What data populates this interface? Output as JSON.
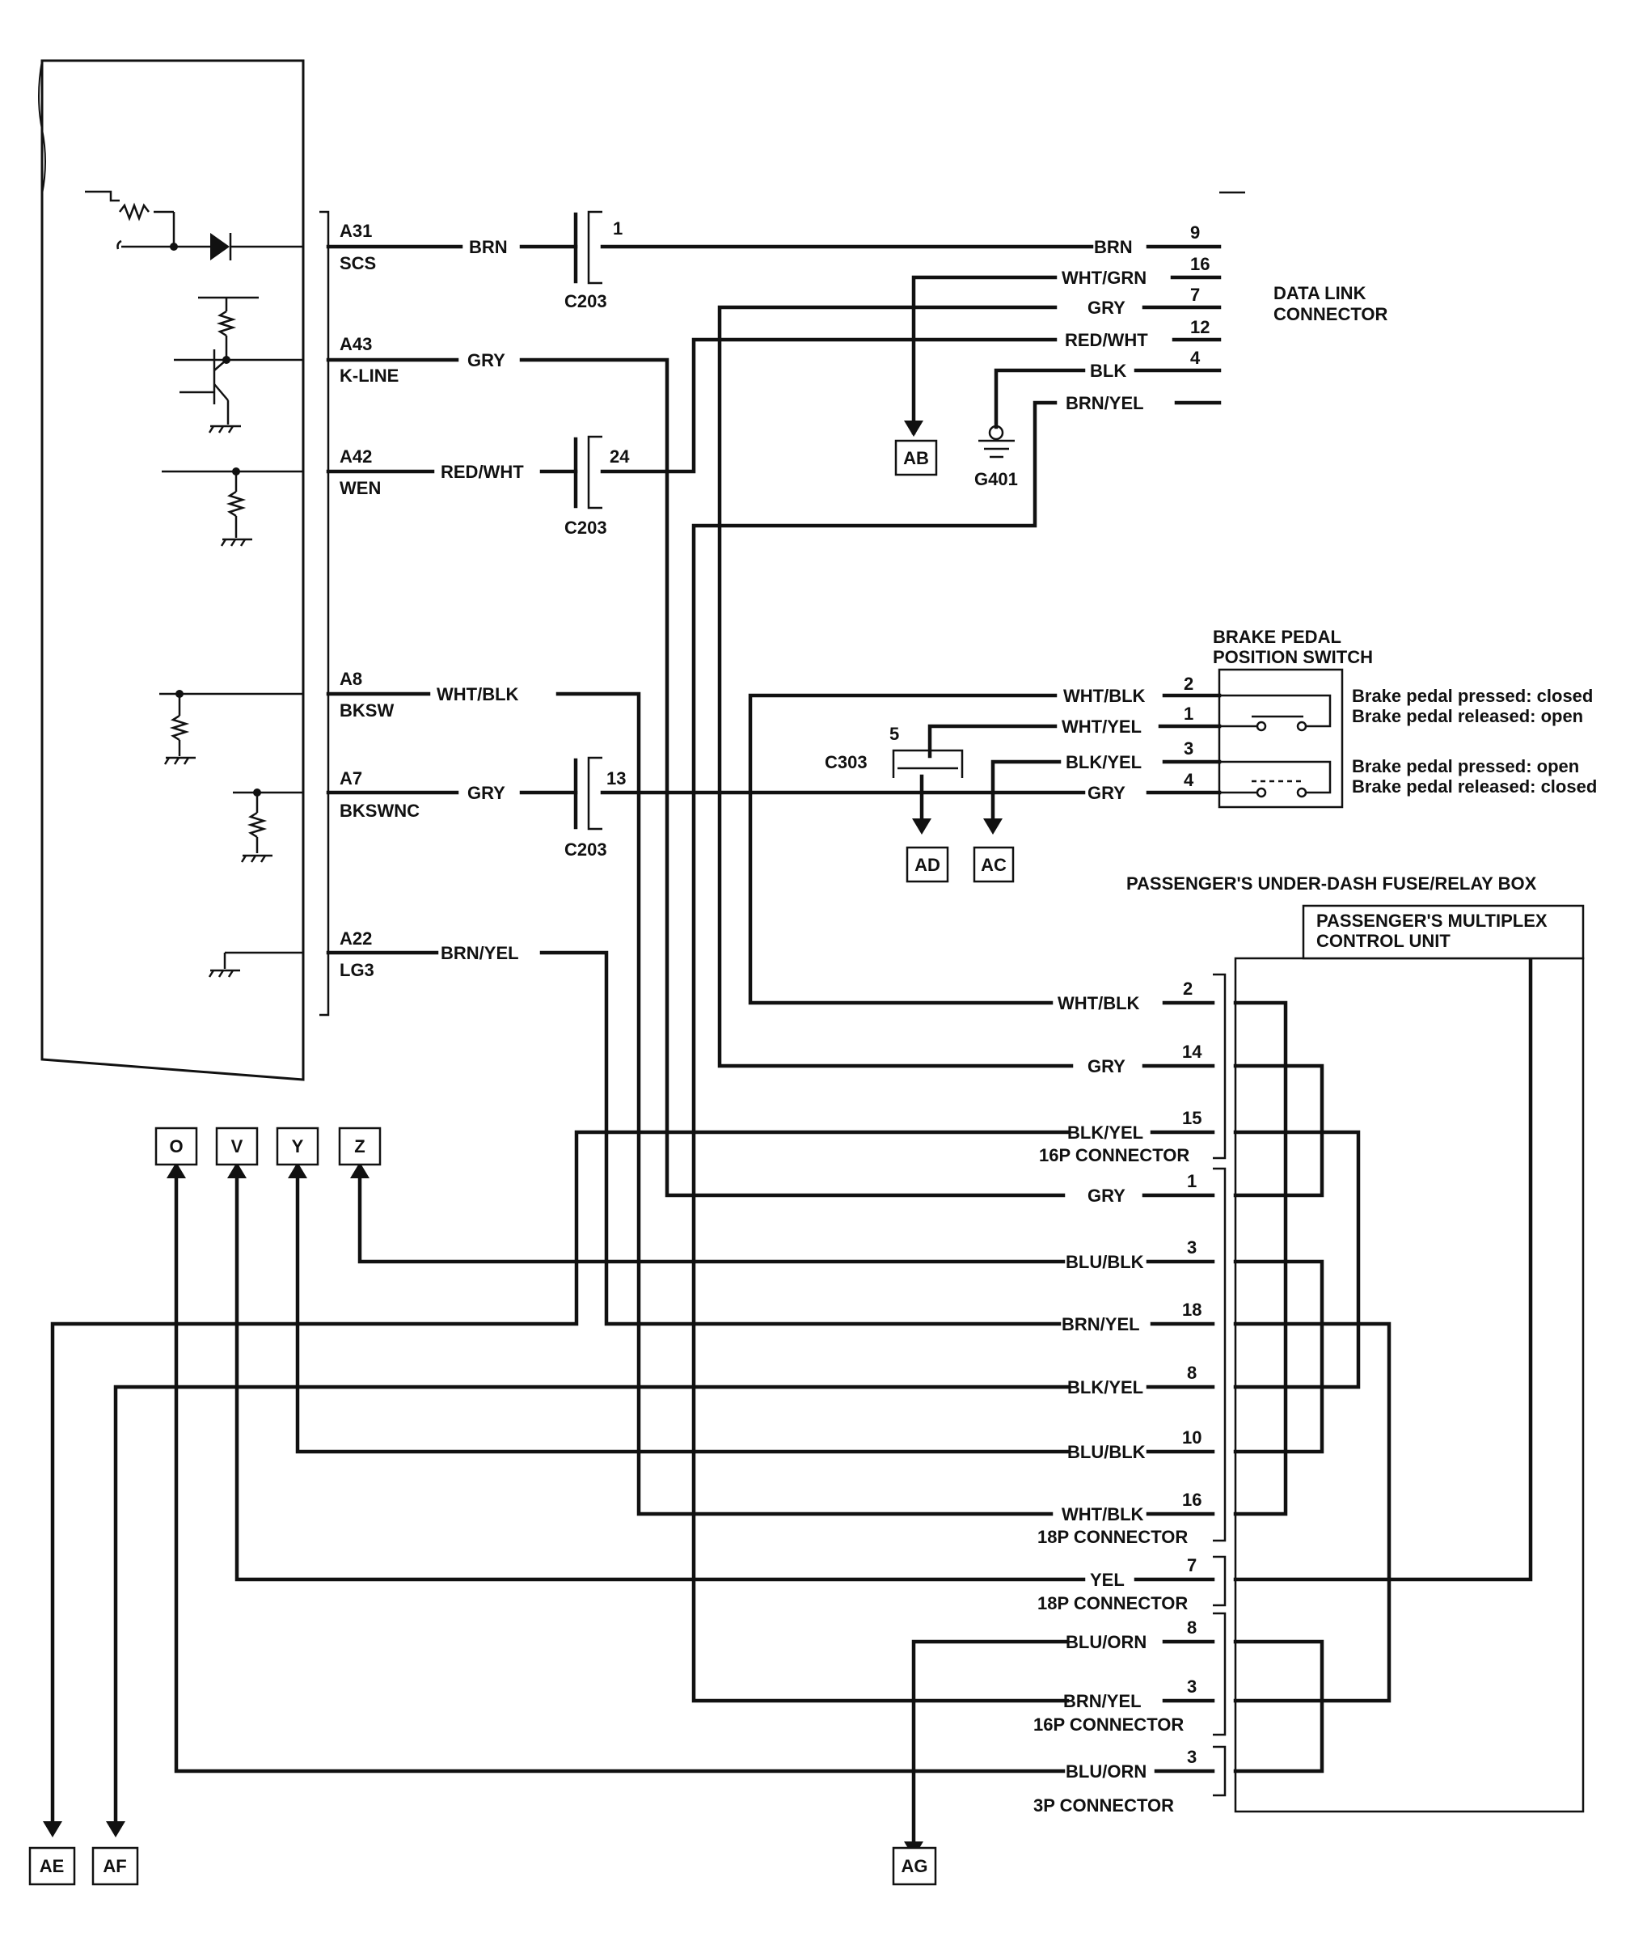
{
  "ecm_pins": [
    {
      "pin": "A31",
      "signal": "SCS",
      "wire": "BRN"
    },
    {
      "pin": "A43",
      "signal": "K-LINE",
      "wire": "GRY"
    },
    {
      "pin": "A42",
      "signal": "WEN",
      "wire": "RED/WHT"
    },
    {
      "pin": "A8",
      "signal": "BKSW",
      "wire": "WHT/BLK"
    },
    {
      "pin": "A7",
      "signal": "BKSWNC",
      "wire": "GRY"
    },
    {
      "pin": "A22",
      "signal": "LG3",
      "wire": "BRN/YEL"
    }
  ],
  "c203": [
    {
      "label": "C203",
      "pin": "1"
    },
    {
      "label": "C203",
      "pin": "24"
    },
    {
      "label": "C203",
      "pin": "13"
    }
  ],
  "data_link_connector": {
    "title": [
      "DATA LINK",
      "CONNECTOR"
    ],
    "pins": [
      {
        "wire": "BRN",
        "pin": "9"
      },
      {
        "wire": "WHT/GRN",
        "pin": "16"
      },
      {
        "wire": "GRY",
        "pin": "7"
      },
      {
        "wire": "RED/WHT",
        "pin": "12"
      },
      {
        "wire": "BLK",
        "pin": "4"
      },
      {
        "wire": "BRN/YEL",
        "pin": ""
      }
    ]
  },
  "ground": "G401",
  "brake_switch": {
    "title": [
      "BRAKE PEDAL",
      "POSITION SWITCH"
    ],
    "pins": [
      {
        "wire": "WHT/BLK",
        "pin": "2"
      },
      {
        "wire": "WHT/YEL",
        "pin": "1"
      },
      {
        "wire": "BLK/YEL",
        "pin": "3"
      },
      {
        "wire": "GRY",
        "pin": "4"
      }
    ],
    "notes": [
      "Brake pedal pressed: closed",
      "Brake pedal released: open",
      "Brake pedal pressed: open",
      "Brake pedal released: closed"
    ]
  },
  "c303": {
    "label": "C303",
    "pin": "5"
  },
  "refs": [
    "AB",
    "AD",
    "AC",
    "O",
    "V",
    "Y",
    "Z",
    "AE",
    "AF",
    "AG"
  ],
  "fuse_box": "PASSENGER'S UNDER-DASH FUSE/RELAY BOX",
  "multiplex_unit": [
    "PASSENGER'S MULTIPLEX",
    "CONTROL UNIT"
  ],
  "mpcu_pins": [
    {
      "wire": "WHT/BLK",
      "pin": "2"
    },
    {
      "wire": "GRY",
      "pin": "14"
    },
    {
      "wire": "BLK/YEL",
      "pin": "15"
    },
    {
      "wire": "GRY",
      "pin": "1"
    },
    {
      "wire": "BLU/BLK",
      "pin": "3"
    },
    {
      "wire": "BRN/YEL",
      "pin": "18"
    },
    {
      "wire": "BLK/YEL",
      "pin": "8"
    },
    {
      "wire": "BLU/BLK",
      "pin": "10"
    },
    {
      "wire": "WHT/BLK",
      "pin": "16"
    },
    {
      "wire": "YEL",
      "pin": "7"
    },
    {
      "wire": "BLU/ORN",
      "pin": "8"
    },
    {
      "wire": "BRN/YEL",
      "pin": "3"
    },
    {
      "wire": "BLU/ORN",
      "pin": "3"
    }
  ],
  "connectors": [
    "16P CONNECTOR",
    "18P CONNECTOR",
    "18P CONNECTOR",
    "16P CONNECTOR",
    "3P CONNECTOR"
  ]
}
